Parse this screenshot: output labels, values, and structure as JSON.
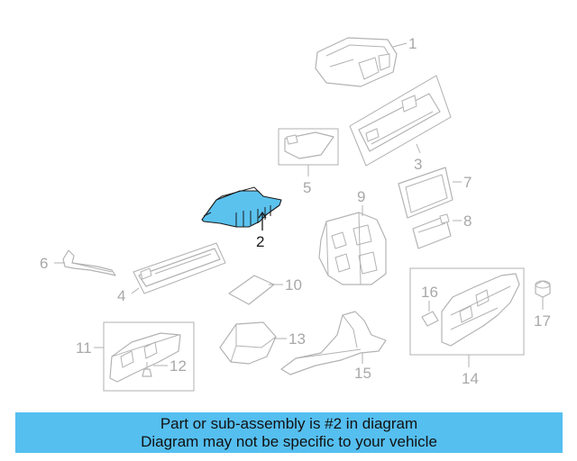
{
  "diagram": {
    "callouts": {
      "c1": "1",
      "c2": "2",
      "c3": "3",
      "c4": "4",
      "c5": "5",
      "c6": "6",
      "c7": "7",
      "c8": "8",
      "c9": "9",
      "c10": "10",
      "c11": "11",
      "c12": "12",
      "c13": "13",
      "c14": "14",
      "c15": "15",
      "c16": "16",
      "c17": "17"
    },
    "highlighted_part": "2",
    "colors": {
      "highlight": "#5bc2ee",
      "banner": "#55bff0",
      "line": "#b3b3b3"
    }
  },
  "banner": {
    "line1": "Part or sub-assembly is #2 in diagram",
    "line2": "Diagram may not be specific to your vehicle"
  }
}
